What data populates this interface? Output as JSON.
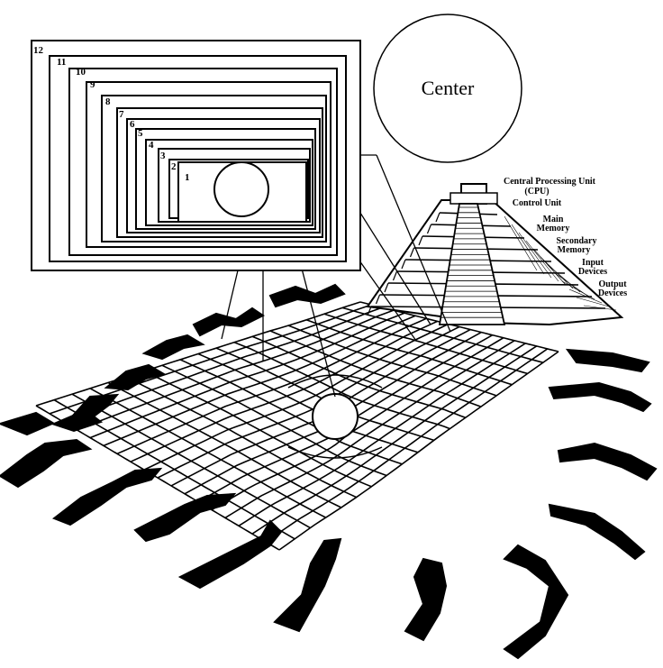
{
  "center_circle": {
    "label": "Center"
  },
  "nested_levels": [
    "1",
    "2",
    "3",
    "4",
    "5",
    "6",
    "7",
    "8",
    "9",
    "10",
    "11",
    "12"
  ],
  "pyramid_labels": [
    "Central Processing Unit",
    "(CPU)",
    "Control Unit",
    "Main",
    "Memory",
    "Secondary",
    "Memory",
    "Input",
    "Devices",
    "Output",
    "Devices"
  ],
  "colors": {
    "ink": "#000000",
    "paper": "#ffffff"
  }
}
